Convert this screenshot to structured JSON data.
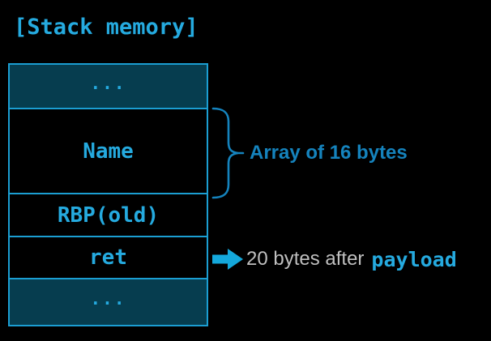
{
  "title": "[Stack memory]",
  "stack": {
    "cells": [
      {
        "label": "...",
        "filled": true
      },
      {
        "label": "Name",
        "filled": false
      },
      {
        "label": "RBP(old)",
        "filled": false
      },
      {
        "label": "ret",
        "filled": false
      },
      {
        "label": "...",
        "filled": true
      }
    ]
  },
  "annotations": {
    "array": {
      "label": "Array of 16 bytes"
    },
    "ret": {
      "text": "20 bytes after",
      "code": "payload"
    }
  },
  "colors": {
    "background": "#000000",
    "mono_cyan_text": "#25aadf",
    "box_border": "#1b9ed2",
    "filled_box_background": "#063d4f",
    "annotation_blue": "#1583bd",
    "gray_text": "#bfbfbf",
    "arrow_cyan": "#14a8db"
  }
}
